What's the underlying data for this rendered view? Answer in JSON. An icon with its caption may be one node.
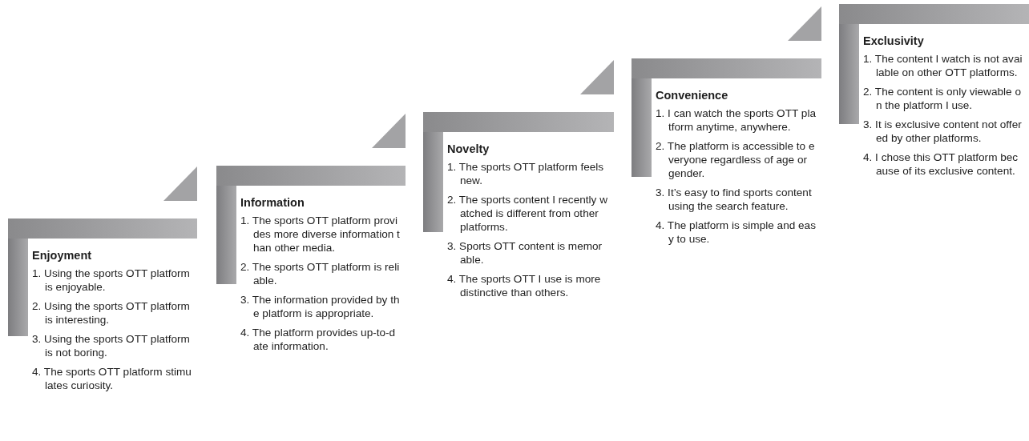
{
  "diagram": {
    "nodes": [
      {
        "text": [
          "Enjoyment",
          "1. Using the sports OTT platform is enjoyable.",
          "2. Using the sports OTT platform is interesting.",
          "3. Using the sports OTT platform is not boring.",
          "4. The sports OTT platform stimulates curiosity."
        ]
      },
      {
        "text": [
          "Information",
          "1. The sports OTT platform provides more diverse information than other media.",
          "2. The sports OTT platform is reliable.",
          "3. The information provided by the platform is appropriate.",
          "4. The platform provides up-to-date information."
        ]
      },
      {
        "text": [
          "Novelty",
          "1. The sports OTT platform feels new.",
          "2. The sports content I recently watched is different from other platforms.",
          "3. Sports OTT content is memorable.",
          "4. The sports OTT I use is more distinctive than others."
        ]
      },
      {
        "text": [
          "Convenience",
          "1. I can watch the sports OTT platform anytime, anywhere.",
          "2. The platform is accessible to everyone regardless of age or gender.",
          "3. It’s easy to find sports content using the search feature.",
          "4. The platform is simple and easy to use."
        ]
      },
      {
        "text": [
          "Exclusivity",
          "1. The content I watch is not available on other OTT platforms.",
          "2. The content is only viewable on the platform I use.",
          "3. It is exclusive content not offered by other platforms.",
          "4. I chose this OTT platform because of its exclusive content."
        ]
      }
    ]
  }
}
